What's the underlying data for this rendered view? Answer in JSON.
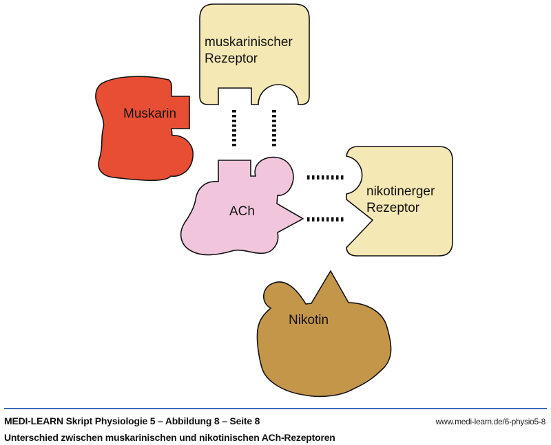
{
  "diagram": {
    "nodes": {
      "muscarinic_receptor": {
        "line1": "muskarinischer",
        "line2": "Rezeptor",
        "color": "#f4e8b4"
      },
      "muscarine": {
        "label": "Muskarin",
        "color": "#e84e34"
      },
      "ach": {
        "label": "ACh",
        "color": "#f1c6dc"
      },
      "nicotinic_receptor": {
        "line1": "nikotinerger",
        "line2": "Rezeptor",
        "color": "#f4e8b4"
      },
      "nicotine": {
        "label": "Nikotin",
        "color": "#c4964a"
      }
    },
    "edges": [
      {
        "from": "ach",
        "to": "muscarinic_receptor",
        "style": "dotted",
        "site": "square"
      },
      {
        "from": "ach",
        "to": "muscarinic_receptor",
        "style": "dotted",
        "site": "round"
      },
      {
        "from": "ach",
        "to": "nicotinic_receptor",
        "style": "dotted",
        "site": "round"
      },
      {
        "from": "ach",
        "to": "nicotinic_receptor",
        "style": "dotted",
        "site": "triangle"
      }
    ],
    "stroke_color": "#111111"
  },
  "footer": {
    "title": "MEDI-LEARN Skript Physiologie 5 – Abbildung 8 – Seite 8",
    "url": "www.medi-learn.de/6-physio5-8",
    "caption": "Unterschied zwischen muskarinischen und nikotinischen ACh-Rezeptoren",
    "rule_color": "#3a6ab4"
  }
}
